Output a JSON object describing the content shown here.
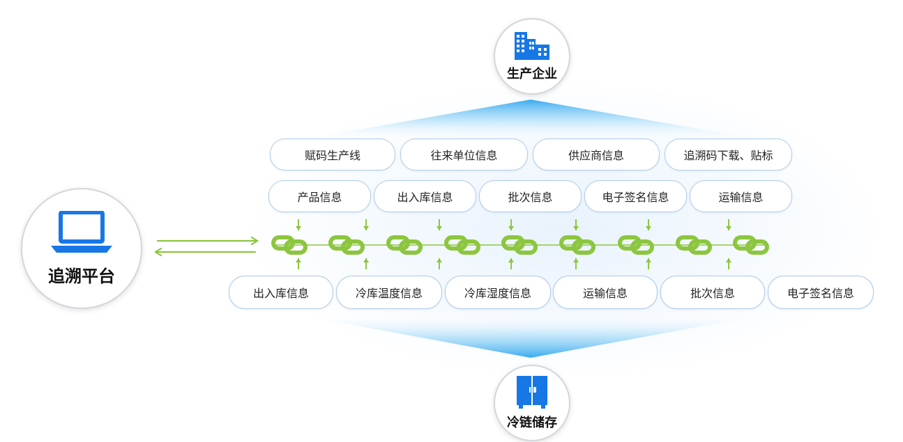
{
  "platform": {
    "label": "追溯平台",
    "icon": "laptop-icon"
  },
  "producer": {
    "label": "生产企业",
    "icon": "factory-icon"
  },
  "storage": {
    "label": "冷链储存",
    "icon": "refrigerator-icon"
  },
  "producer_row1": [
    "赋码生产线",
    "往来单位信息",
    "供应商信息",
    "追溯码下载、贴标"
  ],
  "producer_row2": [
    "产品信息",
    "出入库信息",
    "批次信息",
    "电子签名信息",
    "运输信息"
  ],
  "storage_row": [
    "出入库信息",
    "冷库温度信息",
    "冷库湿度信息",
    "运输信息",
    "批次信息",
    "电子签名信息"
  ],
  "chain_link_count": 9,
  "colors": {
    "accent_blue": "#1677e5",
    "chain_green": "#8cc63f",
    "pill_border": "#aecbe6",
    "beam_blue": "#4ab8f0"
  }
}
